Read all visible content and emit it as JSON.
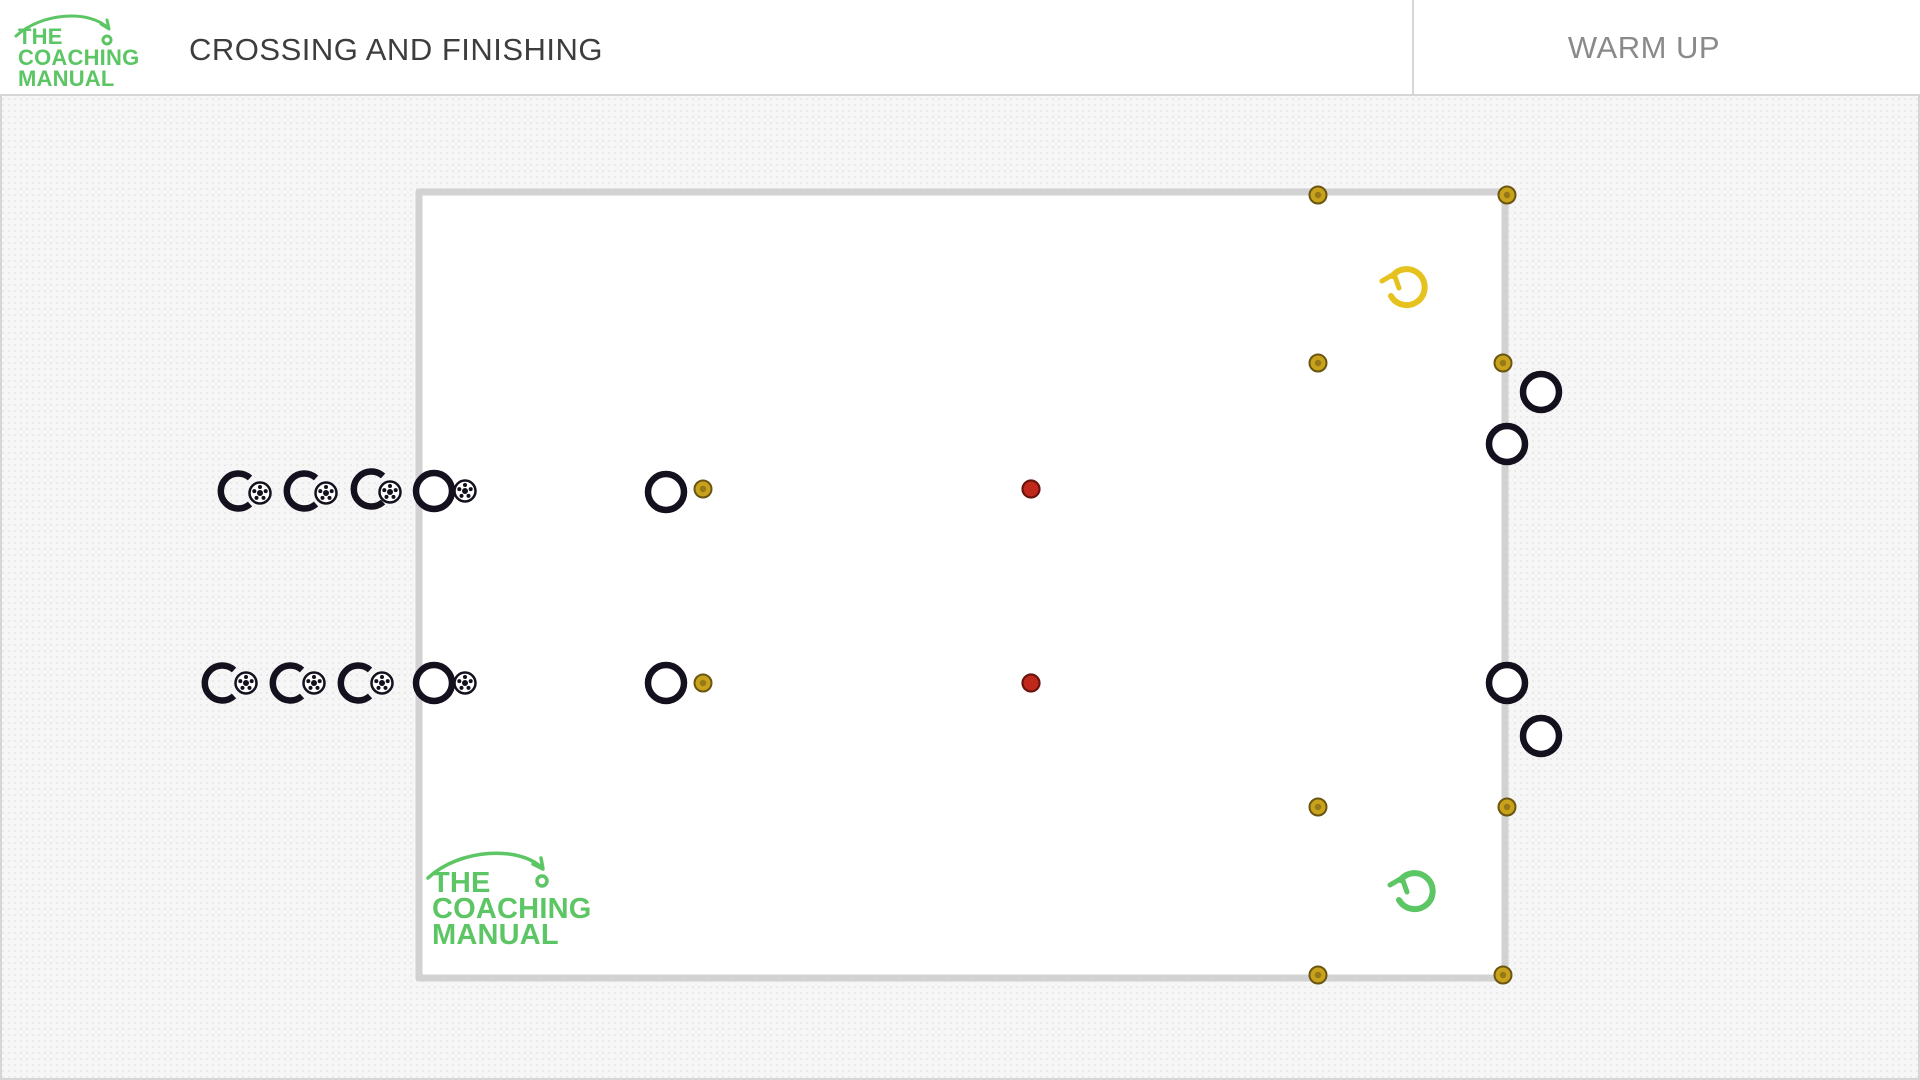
{
  "header": {
    "logo": {
      "line1": "THE",
      "line2": "COACHING",
      "line3": "MANUAL",
      "color": "#5cc564"
    },
    "title": "CROSSING AND FINISHING",
    "phase": "WARM UP"
  },
  "watermark": {
    "line1": "THE",
    "line2": "COACHING",
    "line3": "MANUAL"
  },
  "colors": {
    "pitch": "#ffffff",
    "pitch_line": "#d2d2d2",
    "player": "#14101e",
    "cone_fill": "#c9a21c",
    "cone_ring": "#6b5512",
    "red_marker": "#c0281c",
    "rotation_top": "#e6c21f",
    "rotation_bottom": "#5cc564"
  },
  "icons": {
    "player": "ring-player-icon",
    "player_with_ball": "player-with-ball-icon",
    "cone": "yellow-cone-icon",
    "target_marker": "red-marker-icon",
    "rotation": "rotation-arrow-icon"
  }
}
